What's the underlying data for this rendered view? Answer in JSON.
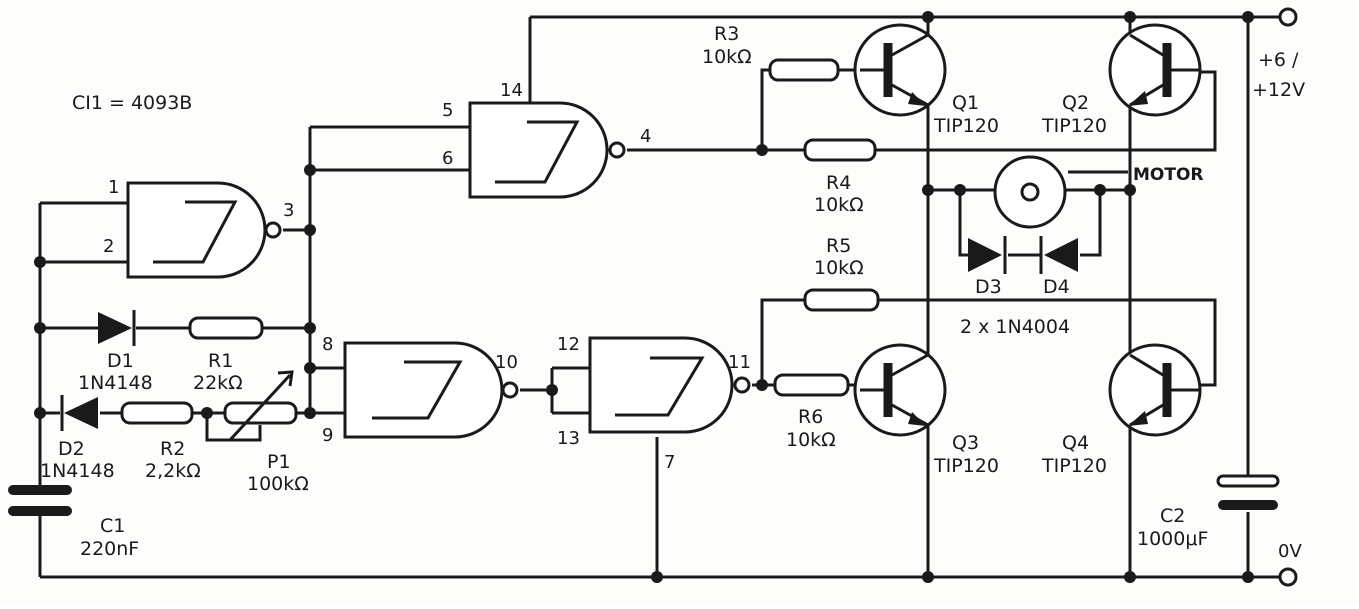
{
  "ic": {
    "label": "CI1 = 4093B"
  },
  "pins": {
    "p1": "1",
    "p2": "2",
    "p3": "3",
    "p4": "4",
    "p5": "5",
    "p6": "6",
    "p7": "7",
    "p8": "8",
    "p9": "9",
    "p10": "10",
    "p11": "11",
    "p12": "12",
    "p13": "13",
    "p14": "14"
  },
  "components": {
    "R1": {
      "ref": "R1",
      "value": "22kΩ"
    },
    "R2": {
      "ref": "R2",
      "value": "2,2kΩ"
    },
    "R3": {
      "ref": "R3",
      "value": "10kΩ"
    },
    "R4": {
      "ref": "R4",
      "value": "10kΩ"
    },
    "R5": {
      "ref": "R5",
      "value": "10kΩ"
    },
    "R6": {
      "ref": "R6",
      "value": "10kΩ"
    },
    "P1": {
      "ref": "P1",
      "value": "100kΩ"
    },
    "D1": {
      "ref": "D1",
      "value": "1N4148"
    },
    "D2": {
      "ref": "D2",
      "value": "1N4148"
    },
    "C1": {
      "ref": "C1",
      "value": "220nF"
    },
    "C2": {
      "ref": "C2",
      "value": "1000μF"
    },
    "Q1": {
      "ref": "Q1",
      "value": "TIP120"
    },
    "Q2": {
      "ref": "Q2",
      "value": "TIP120"
    },
    "Q3": {
      "ref": "Q3",
      "value": "TIP120"
    },
    "Q4": {
      "ref": "Q4",
      "value": "TIP120"
    },
    "D3": {
      "ref": "D3"
    },
    "D4": {
      "ref": "D4"
    },
    "D3D4": {
      "value": "2 x 1N4004"
    },
    "motor": {
      "label": "MOTOR"
    }
  },
  "supply": {
    "positive_line1": "+6 /",
    "positive_line2": "+12V",
    "ground": "0V"
  }
}
